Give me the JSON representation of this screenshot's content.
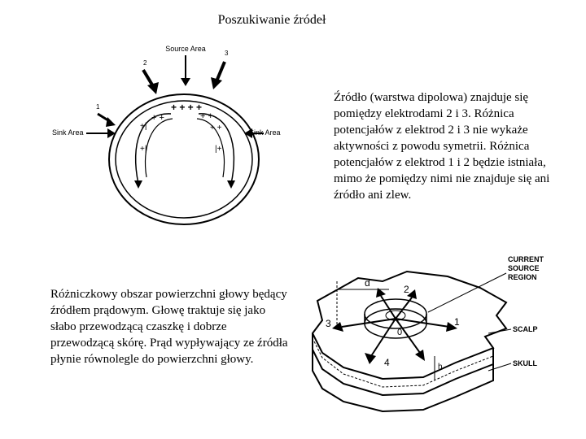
{
  "title": "Poszukiwanie źródeł",
  "figure1": {
    "labels": {
      "source_area": "Source Area",
      "sink_area_left": "Sink Area",
      "sink_area_right": "Sink Area",
      "electrode_1": "1",
      "electrode_2": "2",
      "electrode_3": "3"
    }
  },
  "text_right": "Źródło (warstwa dipolowa) znajduje się pomiędzy elektrodami 2 i 3. Różnica potencjałów z elektrod 2 i 3 nie wykaże aktywności z powodu symetrii. Różnica potencjałów z elektrod 1 i 2 będzie istniała, mimo że pomiędzy nimi nie znajduje się ani źródło ani zlew.",
  "text_left": "Różniczkowy obszar powierzchni głowy będący źródłem prądowym. Głowę traktuje się jako słabo przewodzącą czaszkę i dobrze przewodzącą skórę. Prąd wypływający ze źródła płynie równolegle do powierzchni głowy.",
  "figure2": {
    "labels": {
      "current_source_region": [
        "CURRENT",
        "SOURCE",
        "REGION"
      ],
      "scalp": "SCALP",
      "skull": "SKULL",
      "d": "d",
      "n1": "1",
      "n2": "2",
      "n3": "3",
      "n4": "4",
      "n0": "0",
      "h": "h"
    }
  }
}
